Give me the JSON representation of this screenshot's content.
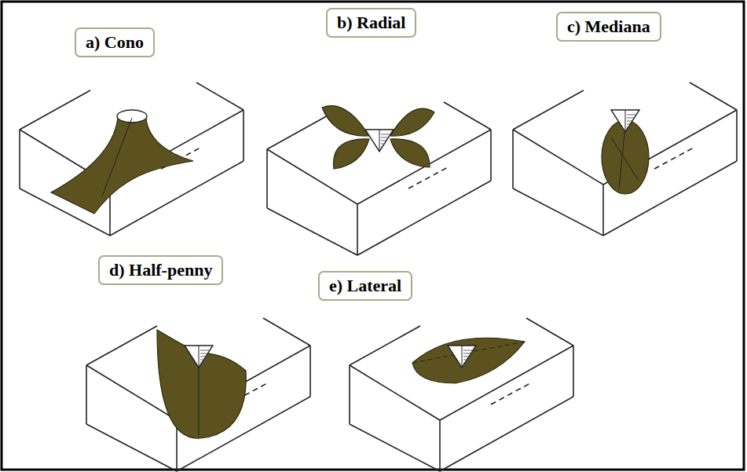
{
  "diagram": {
    "nodes": [
      {
        "text": [
          "a) Cono"
        ]
      },
      {
        "text": [
          "b) Radial"
        ]
      },
      {
        "text": [
          "c) Mediana"
        ]
      },
      {
        "text": [
          "d) Half-penny"
        ]
      },
      {
        "text": [
          "e) Lateral"
        ]
      }
    ]
  }
}
